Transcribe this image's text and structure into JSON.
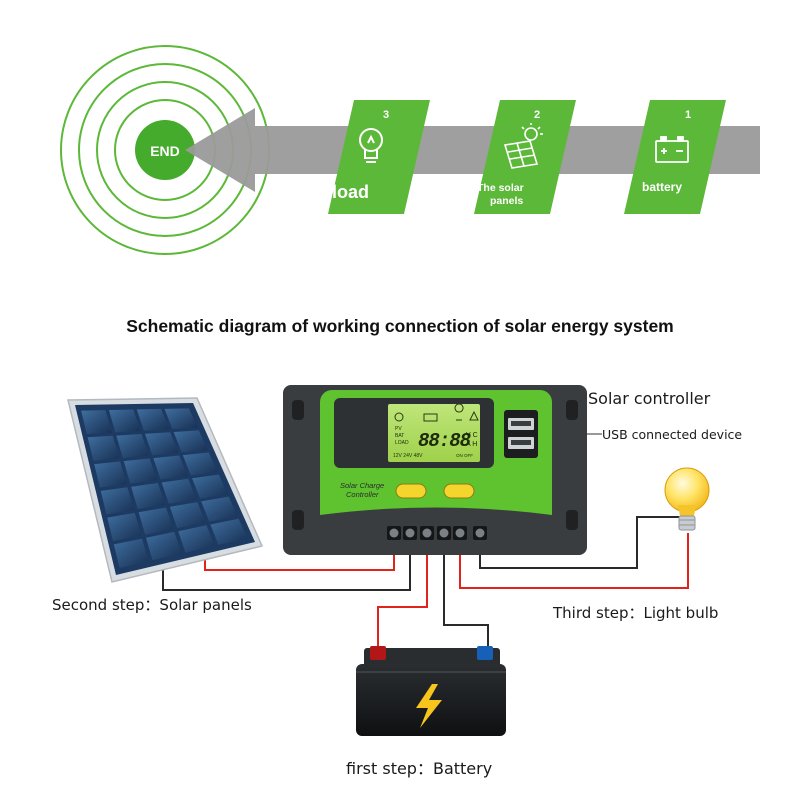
{
  "steps_banner": {
    "end_label": "END",
    "steps": [
      {
        "number": "3",
        "label": "load",
        "icon": "lightbulb-icon"
      },
      {
        "number": "2",
        "label_line1": "The solar",
        "label_line2": "panels",
        "icon": "solar-panel-icon"
      },
      {
        "number": "1",
        "label": "battery",
        "icon": "battery-icon"
      }
    ]
  },
  "title": "Schematic diagram of  working connection of solar energy system",
  "controller": {
    "name": "Solar controller",
    "usb_label": "USB connected device",
    "panel_text_line1": "Solar Charge",
    "panel_text_line2": "Controller",
    "lcd_digits": "88:88",
    "lcd_units_top": "V C",
    "lcd_units_bottom": "A H",
    "lcd_rows": [
      "PV",
      "BAT",
      "LOAD"
    ],
    "lcd_voltages": "12V 24V 48V",
    "lcd_onoff": "ON OFF"
  },
  "labels": {
    "solar_panels": "Second step：Solar panels",
    "light_bulb": "Third step：Light bulb",
    "battery": "first step：Battery"
  },
  "colors": {
    "green": "#5cb839",
    "arrow_gray": "#999999",
    "controller_green": "#5fc22f",
    "controller_dark": "#3a3d3f",
    "wire_red": "#e0231b",
    "wire_black": "#2a2a2a"
  }
}
